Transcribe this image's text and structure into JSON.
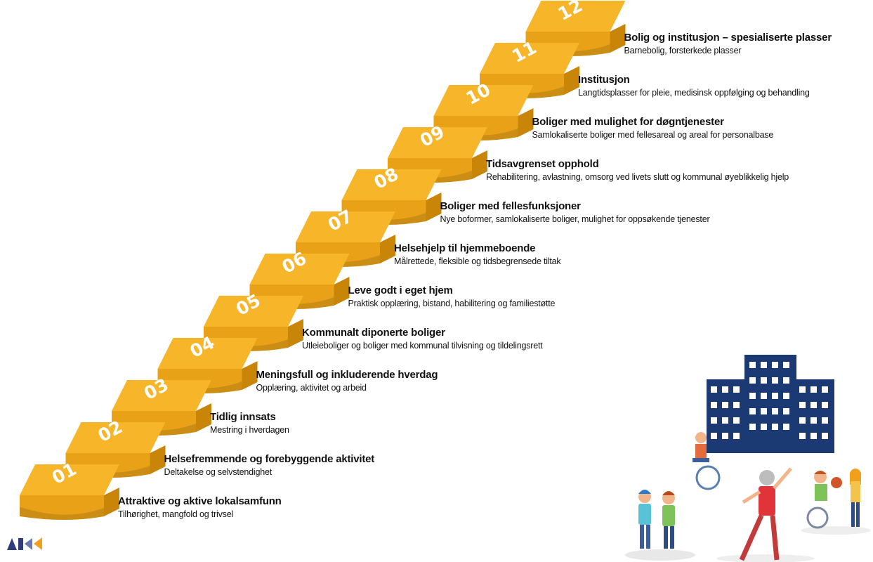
{
  "steps": [
    {
      "number": "01",
      "title": "Attraktive og aktive lokalsamfunn",
      "subtitle": "Tilhørighet, mangfold og trivsel"
    },
    {
      "number": "02",
      "title": "Helsefremmende og forebyggende aktivitet",
      "subtitle": "Deltakelse og selvstendighet"
    },
    {
      "number": "03",
      "title": "Tidlig innsats",
      "subtitle": "Mestring i hverdagen"
    },
    {
      "number": "04",
      "title": "Meningsfull og inkluderende hverdag",
      "subtitle": "Opplæring, aktivitet og arbeid"
    },
    {
      "number": "05",
      "title": "Kommunalt diponerte boliger",
      "subtitle": "Utleieboliger og boliger med kommunal tilvisning og tildelingsrett"
    },
    {
      "number": "06",
      "title": "Leve godt i eget hjem",
      "subtitle": "Praktisk opplæring, bistand, habilitering og familiestøtte"
    },
    {
      "number": "07",
      "title": "Helsehjelp til hjemmeboende",
      "subtitle": "Målrettede, fleksible og tidsbegrensede tiltak"
    },
    {
      "number": "08",
      "title": "Boliger med fellesfunksjoner",
      "subtitle": "Nye boformer, samlokaliserte boliger, mulighet for oppsøkende tjenester"
    },
    {
      "number": "09",
      "title": "Tidsavgrenset opphold",
      "subtitle": "Rehabilitering, avlastning, omsorg ved livets slutt og kommunal øyeblikkelig hjelp"
    },
    {
      "number": "10",
      "title": "Boliger med mulighet for døgntjenester",
      "subtitle": "Samlokaliserte boliger med fellesareal og areal for personalbase"
    },
    {
      "number": "11",
      "title": "Institusjon",
      "subtitle": "Langtidsplasser for pleie, medisinsk oppfølging og behandling"
    },
    {
      "number": "12",
      "title": "Bolig og institusjon – spesialiserte plasser",
      "subtitle": "Barnebolig, forsterkede plasser"
    }
  ],
  "colors": {
    "step_top": "#f7b52a",
    "step_side": "#c98508",
    "step_front": "#e9a117",
    "building": "#1b3a73"
  },
  "icons": {
    "logo": "ks-logo-icon",
    "illustration": "people-building-icon"
  }
}
